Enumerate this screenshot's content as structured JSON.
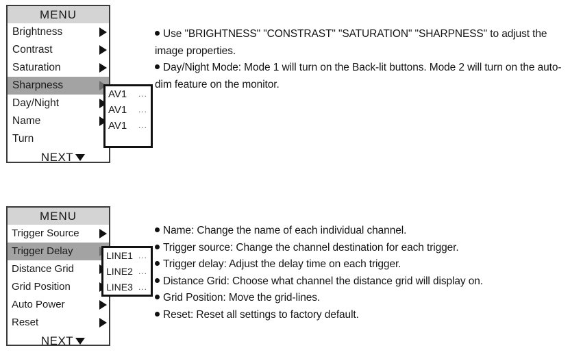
{
  "menus": [
    {
      "title": "MENU",
      "rows": [
        {
          "label": "Brightness",
          "has_arrow": true,
          "selected": false
        },
        {
          "label": "Contrast",
          "has_arrow": true,
          "selected": false
        },
        {
          "label": "Saturation",
          "has_arrow": true,
          "selected": false
        },
        {
          "label": "Sharpness",
          "has_arrow": true,
          "selected": true
        },
        {
          "label": "Day/Night",
          "has_arrow": true,
          "selected": false
        },
        {
          "label": "Name",
          "has_arrow": true,
          "selected": false
        },
        {
          "label": "Turn",
          "has_arrow": false,
          "selected": false
        }
      ],
      "next_label": "NEXT",
      "submenu": {
        "options": [
          {
            "value": "AV1",
            "dots": "..."
          },
          {
            "value": "AV1",
            "dots": "..."
          },
          {
            "value": "AV1",
            "dots": "..."
          }
        ]
      }
    },
    {
      "title": "MENU",
      "rows": [
        {
          "label": "Trigger Source",
          "has_arrow": true,
          "selected": false
        },
        {
          "label": "Trigger Delay",
          "has_arrow": true,
          "selected": true
        },
        {
          "label": "Distance Grid",
          "has_arrow": true,
          "selected": false
        },
        {
          "label": "Grid Position",
          "has_arrow": true,
          "selected": false
        },
        {
          "label": "Auto Power",
          "has_arrow": true,
          "selected": false
        },
        {
          "label": "Reset",
          "has_arrow": true,
          "selected": false
        }
      ],
      "next_label": "NEXT",
      "submenu": {
        "options": [
          {
            "value": "LINE1",
            "dots": "..."
          },
          {
            "value": "LINE2",
            "dots": "..."
          },
          {
            "value": "LINE3",
            "dots": "..."
          }
        ]
      }
    }
  ],
  "notes": {
    "block_1": [
      "Use \"BRIGHTNESS\" \"CONSTRAST\" \"SATURATION\" \"SHARPNESS\" to adjust the image properties.",
      "Day/Night Mode: Mode 1 will turn on the  Back-lit buttons. Mode 2 will turn on the auto-dim feature on the monitor."
    ],
    "block_2": [
      "Name: Change the name of each individual channel.",
      "Trigger source: Change the channel  destination for each trigger.",
      "Trigger delay: Adjust the delay time on each trigger.",
      "Distance Grid: Choose what channel the distance grid will display on.",
      "Grid Position: Move the grid-lines.",
      "Reset: Reset all settings to factory default."
    ]
  },
  "colors": {
    "panel_border": "#3a3a3a",
    "title_bg": "#d4d4d4",
    "selected_bg": "#a3a3a3",
    "submenu_border": "#111111",
    "text": "#1a1a1a"
  }
}
